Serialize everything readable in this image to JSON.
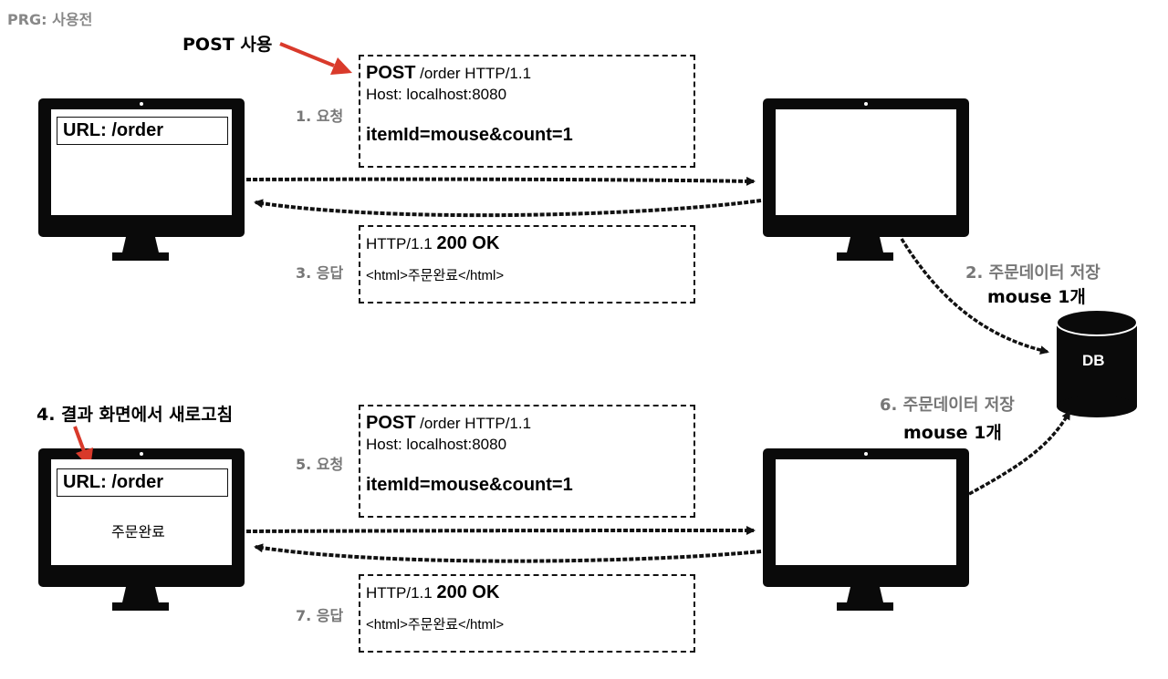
{
  "title": "PRG: 사용전",
  "annotations": {
    "post_used": "POST 사용",
    "refresh": "4. 결과 화면에서 새로고침"
  },
  "steps": {
    "s1": "1. 요청",
    "s2_line1": "2. 주문데이터 저장",
    "s2_line2": "mouse 1개",
    "s3": "3. 응답",
    "s5": "5. 요청",
    "s6_line1": "6. 주문데이터 저장",
    "s6_line2": "mouse 1개",
    "s7": "7. 응답"
  },
  "request": {
    "method": "POST",
    "path": " /order HTTP/1.1",
    "host": "Host: localhost:8080",
    "body": "itemId=mouse&count=1"
  },
  "response": {
    "version": "HTTP/1.1 ",
    "status": "200 OK",
    "body": "<html>주문완료</html>"
  },
  "client": {
    "url": "URL: /order",
    "result_text": "주문완료"
  },
  "database": {
    "label": "DB"
  },
  "colors": {
    "accent_arrow": "#d93a2b",
    "step_text": "#777777",
    "title_text": "#888888"
  }
}
